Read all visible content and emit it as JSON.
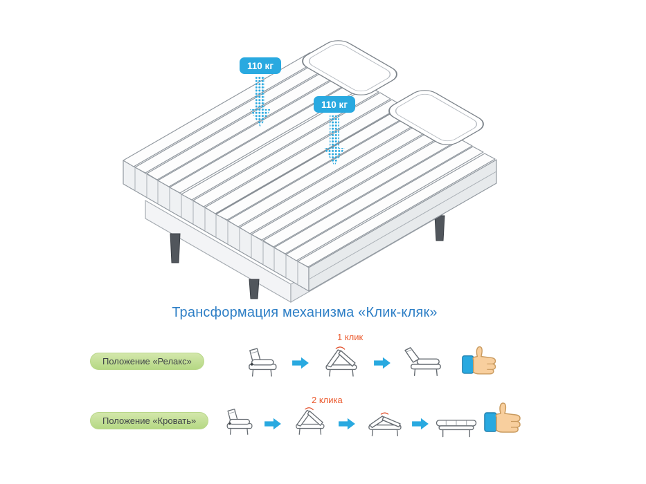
{
  "hero": {
    "weight_labels": [
      {
        "text": "110 кг"
      },
      {
        "text": "110 кг"
      }
    ]
  },
  "section_title": "Трансформация механизма «Клик-кляк»",
  "rows": [
    {
      "badge": "Положение «Релакс»",
      "click_label": "1 клик"
    },
    {
      "badge": "Положение «Кровать»",
      "click_label": "2 клика"
    }
  ],
  "colors": {
    "accent_blue": "#29a9e0",
    "title_blue": "#2e7fc6",
    "click_orange": "#eb5a2e",
    "badge_green_top": "#d3e7ab",
    "badge_green_bottom": "#b5d884"
  }
}
